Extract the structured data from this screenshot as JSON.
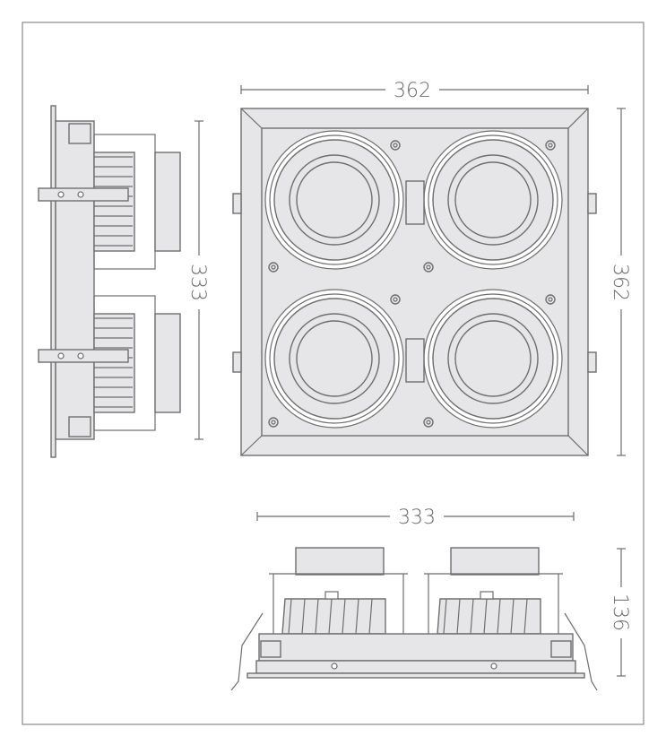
{
  "drawing": {
    "front_view": {
      "width_label": "362",
      "height_label": "362"
    },
    "side_view": {
      "height_label": "333"
    },
    "bottom_view": {
      "width_label": "333",
      "depth_label": "136"
    }
  },
  "colors": {
    "line": "#6e6e6e",
    "fill": "#e6e6e8",
    "frame": "#8a8a8a"
  }
}
